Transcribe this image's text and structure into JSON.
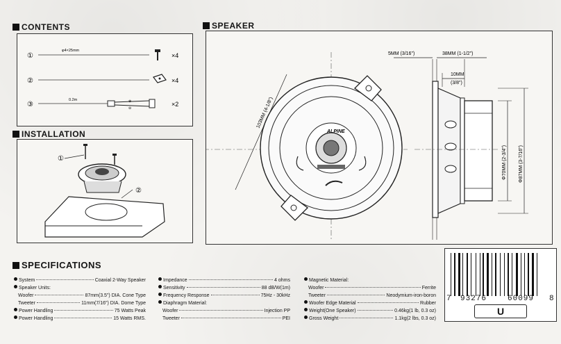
{
  "sections": {
    "contents": "CONTENTS",
    "installation": "INSTALLATION",
    "speaker": "SPEAKER",
    "specifications": "SPECIFICATIONS"
  },
  "contents": {
    "items": [
      {
        "num": "①",
        "label": "φ4×25mm",
        "qty": "×4"
      },
      {
        "num": "②",
        "label": "",
        "qty": "×4"
      },
      {
        "num": "③",
        "label": "0.2m",
        "qty": "×2"
      }
    ]
  },
  "installation": {
    "callout1": "①",
    "callout2": "②"
  },
  "speaker": {
    "brand": "ALPINE",
    "dim_5mm": "5MM (3/16\")",
    "dim_38mm": "38MM (1-1/2\")",
    "dim_10mm": "10MM",
    "dim_10mm_in": "(3/8\")",
    "dim_103mm": "103MM (4-1/8\")",
    "dim_70mm": "Φ70MM (2-3/4\")",
    "dim_87mm": "Φ87MM (3-7/16\")"
  },
  "specs": {
    "col1": [
      {
        "bullet": true,
        "label": "System",
        "value": "Coaxial 2-Way Speaker"
      },
      {
        "bullet": true,
        "label": "Speaker Units:",
        "value": ""
      },
      {
        "bullet": false,
        "label": "Woofer",
        "value": "87mm(3.5\") DIA. Cone Type"
      },
      {
        "bullet": false,
        "label": "Tweeter",
        "value": "11mm(7/16\") DIA. Dome Type"
      },
      {
        "bullet": true,
        "label": "Power Handling",
        "value": "75 Watts Peak"
      },
      {
        "bullet": true,
        "label": "Power Handling",
        "value": "15 Watts RMS."
      }
    ],
    "col2": [
      {
        "bullet": true,
        "label": "Impedance",
        "value": "4 ohms"
      },
      {
        "bullet": true,
        "label": "Sensitivity",
        "value": "88 dB/W(1m)"
      },
      {
        "bullet": true,
        "label": "Frequency Response",
        "value": "75Hz - 30kHz"
      },
      {
        "bullet": true,
        "label": "Diaphragm Material:",
        "value": ""
      },
      {
        "bullet": false,
        "label": "Woofer",
        "value": "Injection PP"
      },
      {
        "bullet": false,
        "label": "Tweeter",
        "value": "PEI"
      }
    ],
    "col3": [
      {
        "bullet": true,
        "label": "Magnetic Material:",
        "value": ""
      },
      {
        "bullet": false,
        "label": "Woofer",
        "value": "Ferrite"
      },
      {
        "bullet": false,
        "label": "Tweeter",
        "value": "Neodymium-iron-boron"
      },
      {
        "bullet": true,
        "label": "Woofer Edge Material",
        "value": "Rubber"
      },
      {
        "bullet": true,
        "label": "Weight(One Speaker)",
        "value": "0.46kg(1 lb, 0.3 oz)"
      },
      {
        "bullet": true,
        "label": "Gross Weight",
        "value": "1.1kg(2 lbs, 0.3 oz)"
      }
    ]
  },
  "barcode": {
    "first_digit": "7",
    "left_digits": "93276",
    "right_digits": "60099",
    "last_digit": "8",
    "grade": "U"
  }
}
